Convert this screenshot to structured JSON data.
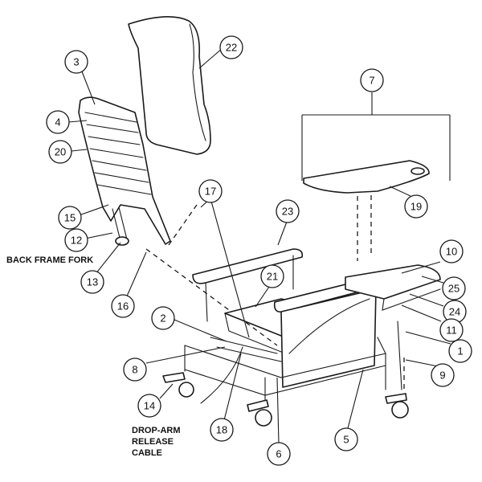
{
  "captions": {
    "back_frame_fork": "BACK FRAME FORK",
    "drop_arm_line1": "DROP-ARM",
    "drop_arm_line2": "RELEASE",
    "drop_arm_line3": "CABLE"
  },
  "callouts": {
    "c1": "1",
    "c2": "2",
    "c3": "3",
    "c4": "4",
    "c5": "5",
    "c6": "6",
    "c7": "7",
    "c8": "8",
    "c9": "9",
    "c10": "10",
    "c11": "11",
    "c12": "12",
    "c13": "13",
    "c14": "14",
    "c15": "15",
    "c16": "16",
    "c17": "17",
    "c18": "18",
    "c19": "19",
    "c20": "20",
    "c21": "21",
    "c22": "22",
    "c23": "23",
    "c24": "24",
    "c25": "25"
  }
}
